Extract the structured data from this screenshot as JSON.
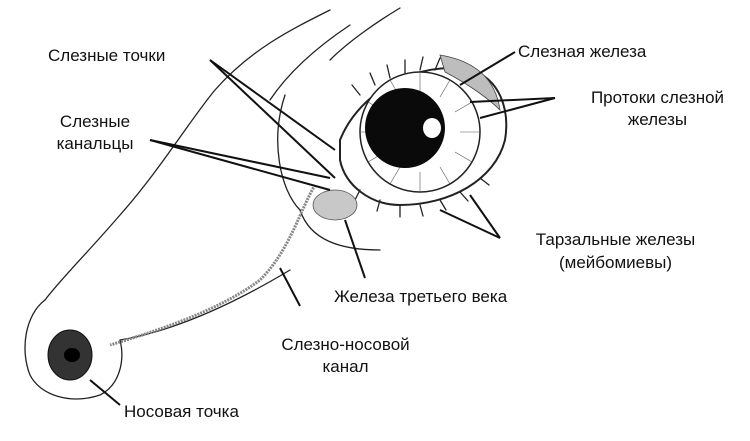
{
  "diagram": {
    "subject": "Lacrimal apparatus of the dog eye",
    "labels": {
      "lacrimal_puncta": "Слезные точки",
      "lacrimal_canaliculi_1": "Слезные",
      "lacrimal_canaliculi_2": "канальцы",
      "lacrimal_gland": "Слезная железа",
      "gland_ducts_1": "Протоки слезной",
      "gland_ducts_2": "железы",
      "tarsal_glands_1": "Тарзальные железы",
      "tarsal_glands_2": "(мейбомиевы)",
      "third_eyelid_gland": "Железа третьего века",
      "nasolacrimal_duct_1": "Слезно-носовой",
      "nasolacrimal_duct_2": "канал",
      "nasal_punctum": "Носовая точка"
    },
    "colors": {
      "ink": "#111111",
      "background": "#ffffff",
      "gland_fill": "#bdbdbd"
    }
  }
}
